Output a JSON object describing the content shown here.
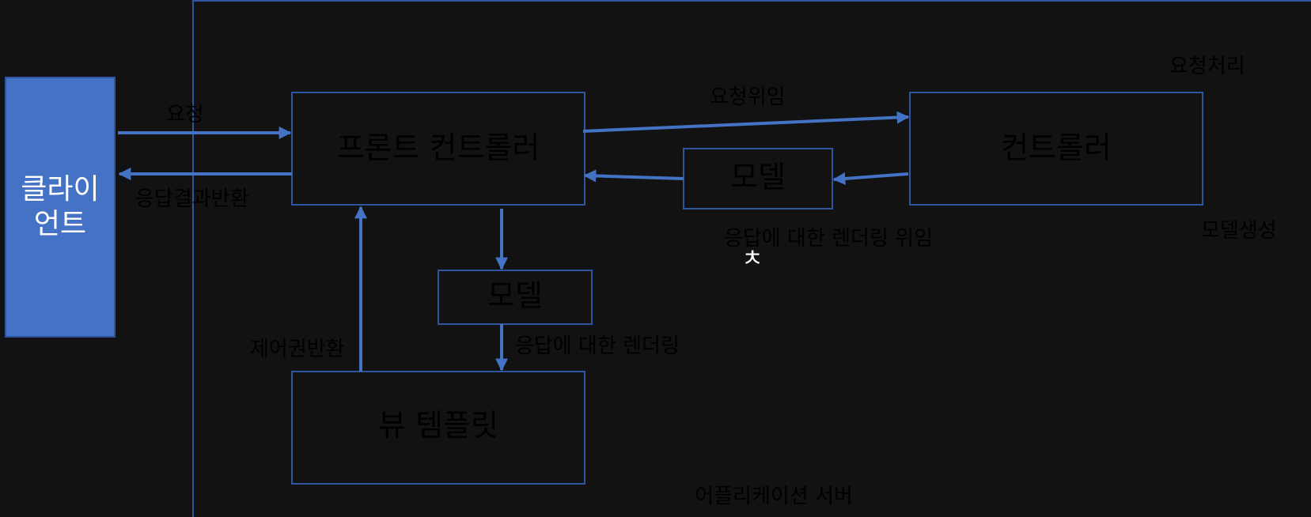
{
  "colors": {
    "background": "#121212",
    "accent": "#4472c4",
    "border": "#2f55a0",
    "client_fill": "#4472c4",
    "dark_text": "#000000",
    "light_text": "#ffffff"
  },
  "client": {
    "line1": "클라이",
    "line2": "언트"
  },
  "server": {
    "label": "어플리케이션 서버"
  },
  "nodes": {
    "front_controller": "프론트 컨트롤러",
    "controller": "컨트롤러",
    "model_top": "모델",
    "model_bottom": "모델",
    "view_template": "뷰 템플릿"
  },
  "edges": {
    "request": "요청",
    "response_return": "응답결과반환",
    "request_delegate": "요청위임",
    "request_process": "요청처리",
    "model_create": "모델생성",
    "render_delegate": "응답에 대한 렌더링 위임",
    "render": "응답에 대한 렌더링",
    "control_return": "제어권반환"
  },
  "stray_glyph": "ㅊ"
}
